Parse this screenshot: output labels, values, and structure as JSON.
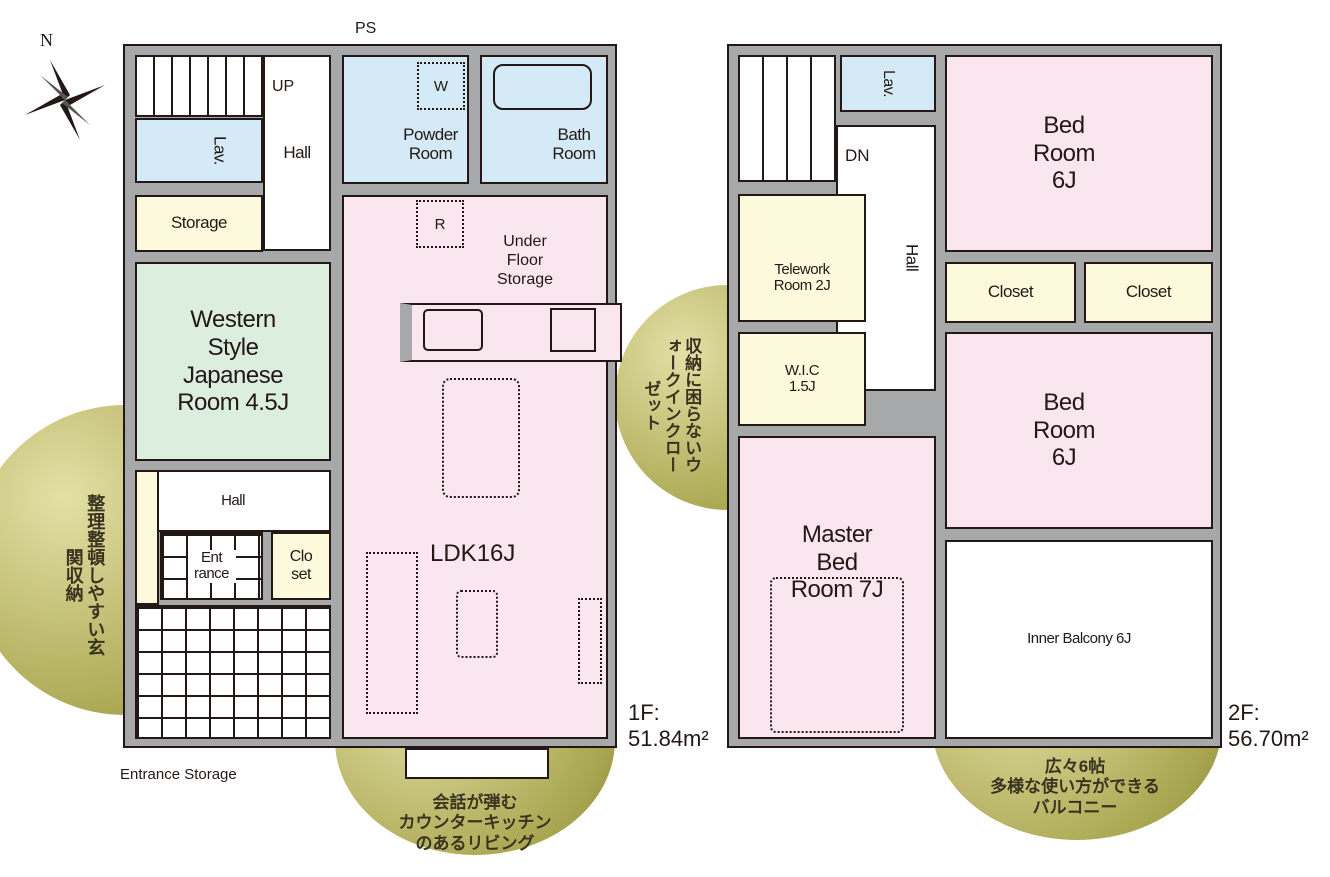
{
  "compass": {
    "label": "N"
  },
  "floor1": {
    "area_label": "1F:",
    "area_value": "51.84m²",
    "rooms": {
      "up": "UP",
      "ps": "PS",
      "lav": "Lav.",
      "hall_upper": "Hall",
      "powder_room": "Powder Room",
      "washer": "W",
      "bath_room": "Bath Room",
      "storage": "Storage",
      "refrigerator": "R",
      "under_floor_storage": "Under Floor Storage",
      "western_room": "Western Style Japanese Room 4.5J",
      "ldk": "LDK16J",
      "hall_lower": "Hall",
      "entrance": "Ent rance",
      "closet": "Clo set",
      "entrance_storage": "Entrance Storage"
    },
    "notes": {
      "left": "整理整頓しやすい玄関収納",
      "bottom": "会話が弾む\nカウンターキッチン\nのあるリビング"
    }
  },
  "floor2": {
    "area_label": "2F:",
    "area_value": "56.70m²",
    "rooms": {
      "lav": "Lav.",
      "dn": "DN",
      "hall": "Hall",
      "bedroom_1": "Bed Room 6J",
      "telework": "Telework Room 2J",
      "closet_1": "Closet",
      "closet_2": "Closet",
      "wic": "W.I.C 1.5J",
      "bedroom_2": "Bed Room 6J",
      "master": "Master Bed Room 7J",
      "inner_balcony": "Inner Balcony 6J"
    },
    "notes": {
      "middle": "収納に困らないウォークインクローゼット",
      "bottom": "広々6帖\n多様な使い方ができる\nバルコニー"
    }
  },
  "colors": {
    "wall": "#a7a8aa",
    "wet": "#d4ebf7",
    "living": "#fae6ee",
    "storage": "#fdf9dd",
    "japanese": "#dcefdf",
    "accent": "#a9a650"
  }
}
